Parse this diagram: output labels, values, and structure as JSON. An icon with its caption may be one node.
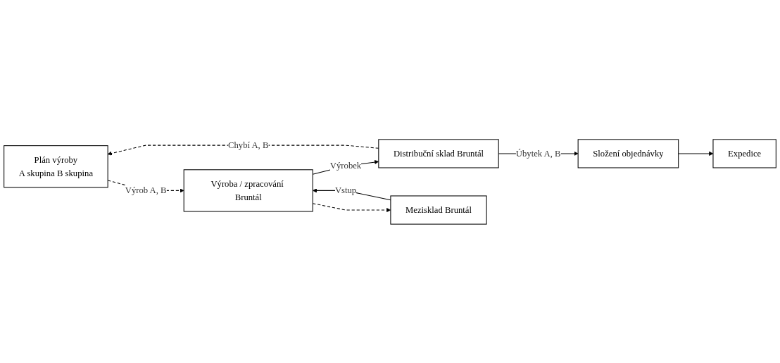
{
  "diagram": {
    "nodes": [
      {
        "text": [
          "Plán výroby",
          "A skupina B skupina"
        ]
      },
      {
        "text": [
          "Distribuční sklad Bruntál"
        ]
      },
      {
        "text": [
          "Složení objednávky"
        ]
      },
      {
        "text": [
          "Výroba / zpracování Bruntál"
        ]
      },
      {
        "text": [
          "Expedice"
        ]
      },
      {
        "text": [
          "Mezisklad Bruntál"
        ]
      }
    ],
    "edges": [
      {
        "from": 1,
        "to": 0,
        "arrow": "to",
        "label": "Chybí A, B",
        "style": "dashed"
      },
      {
        "from": 1,
        "to": 2,
        "arrow": "to",
        "label": "Úbytek A, B"
      },
      {
        "from": 2,
        "to": 4,
        "arrow": "to"
      },
      {
        "from": 3,
        "to": 1,
        "arrow": "to",
        "label": "Výrobek"
      },
      {
        "from": 0,
        "to": 3,
        "arrow": "to",
        "label": "Výrob A, B",
        "style": "dashed"
      },
      {
        "from": 3,
        "to": 5,
        "arrow": "to",
        "style": "dashed"
      },
      {
        "from": 5,
        "to": 3,
        "arrow": "to",
        "label": "Vstup"
      }
    ]
  }
}
